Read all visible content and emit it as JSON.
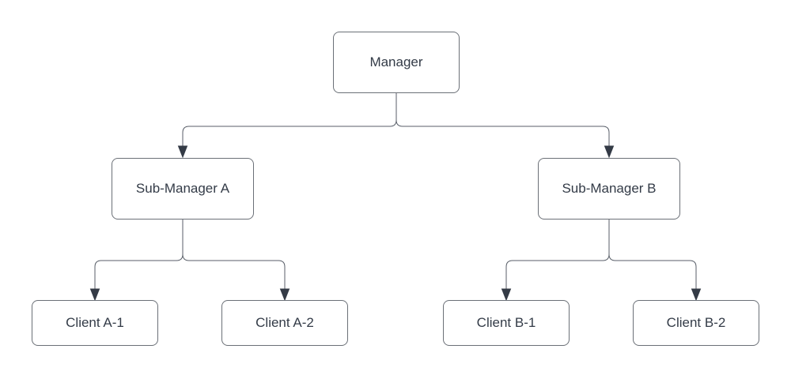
{
  "diagram": {
    "type": "org-chart-tree",
    "background_color": "#ffffff",
    "node_fill_color": "#ffffff",
    "node_border_color": "#6b7077",
    "node_text_color": "#333b47",
    "connector_color": "#585e68",
    "arrowhead_color": "#343b46",
    "nodes": [
      {
        "id": "manager",
        "label": "Manager"
      },
      {
        "id": "sub-manager-a",
        "label": "Sub-Manager A"
      },
      {
        "id": "sub-manager-b",
        "label": "Sub-Manager B"
      },
      {
        "id": "client-a-1",
        "label": "Client A-1"
      },
      {
        "id": "client-a-2",
        "label": "Client A-2"
      },
      {
        "id": "client-b-1",
        "label": "Client B-1"
      },
      {
        "id": "client-b-2",
        "label": "Client B-2"
      }
    ],
    "edges": [
      {
        "from": "manager",
        "to": "sub-manager-a",
        "arrow": "filled-triangle"
      },
      {
        "from": "manager",
        "to": "sub-manager-b",
        "arrow": "filled-triangle"
      },
      {
        "from": "sub-manager-a",
        "to": "client-a-1",
        "arrow": "filled-triangle"
      },
      {
        "from": "sub-manager-a",
        "to": "client-a-2",
        "arrow": "filled-triangle"
      },
      {
        "from": "sub-manager-b",
        "to": "client-b-1",
        "arrow": "filled-triangle"
      },
      {
        "from": "sub-manager-b",
        "to": "client-b-2",
        "arrow": "filled-triangle"
      }
    ]
  }
}
